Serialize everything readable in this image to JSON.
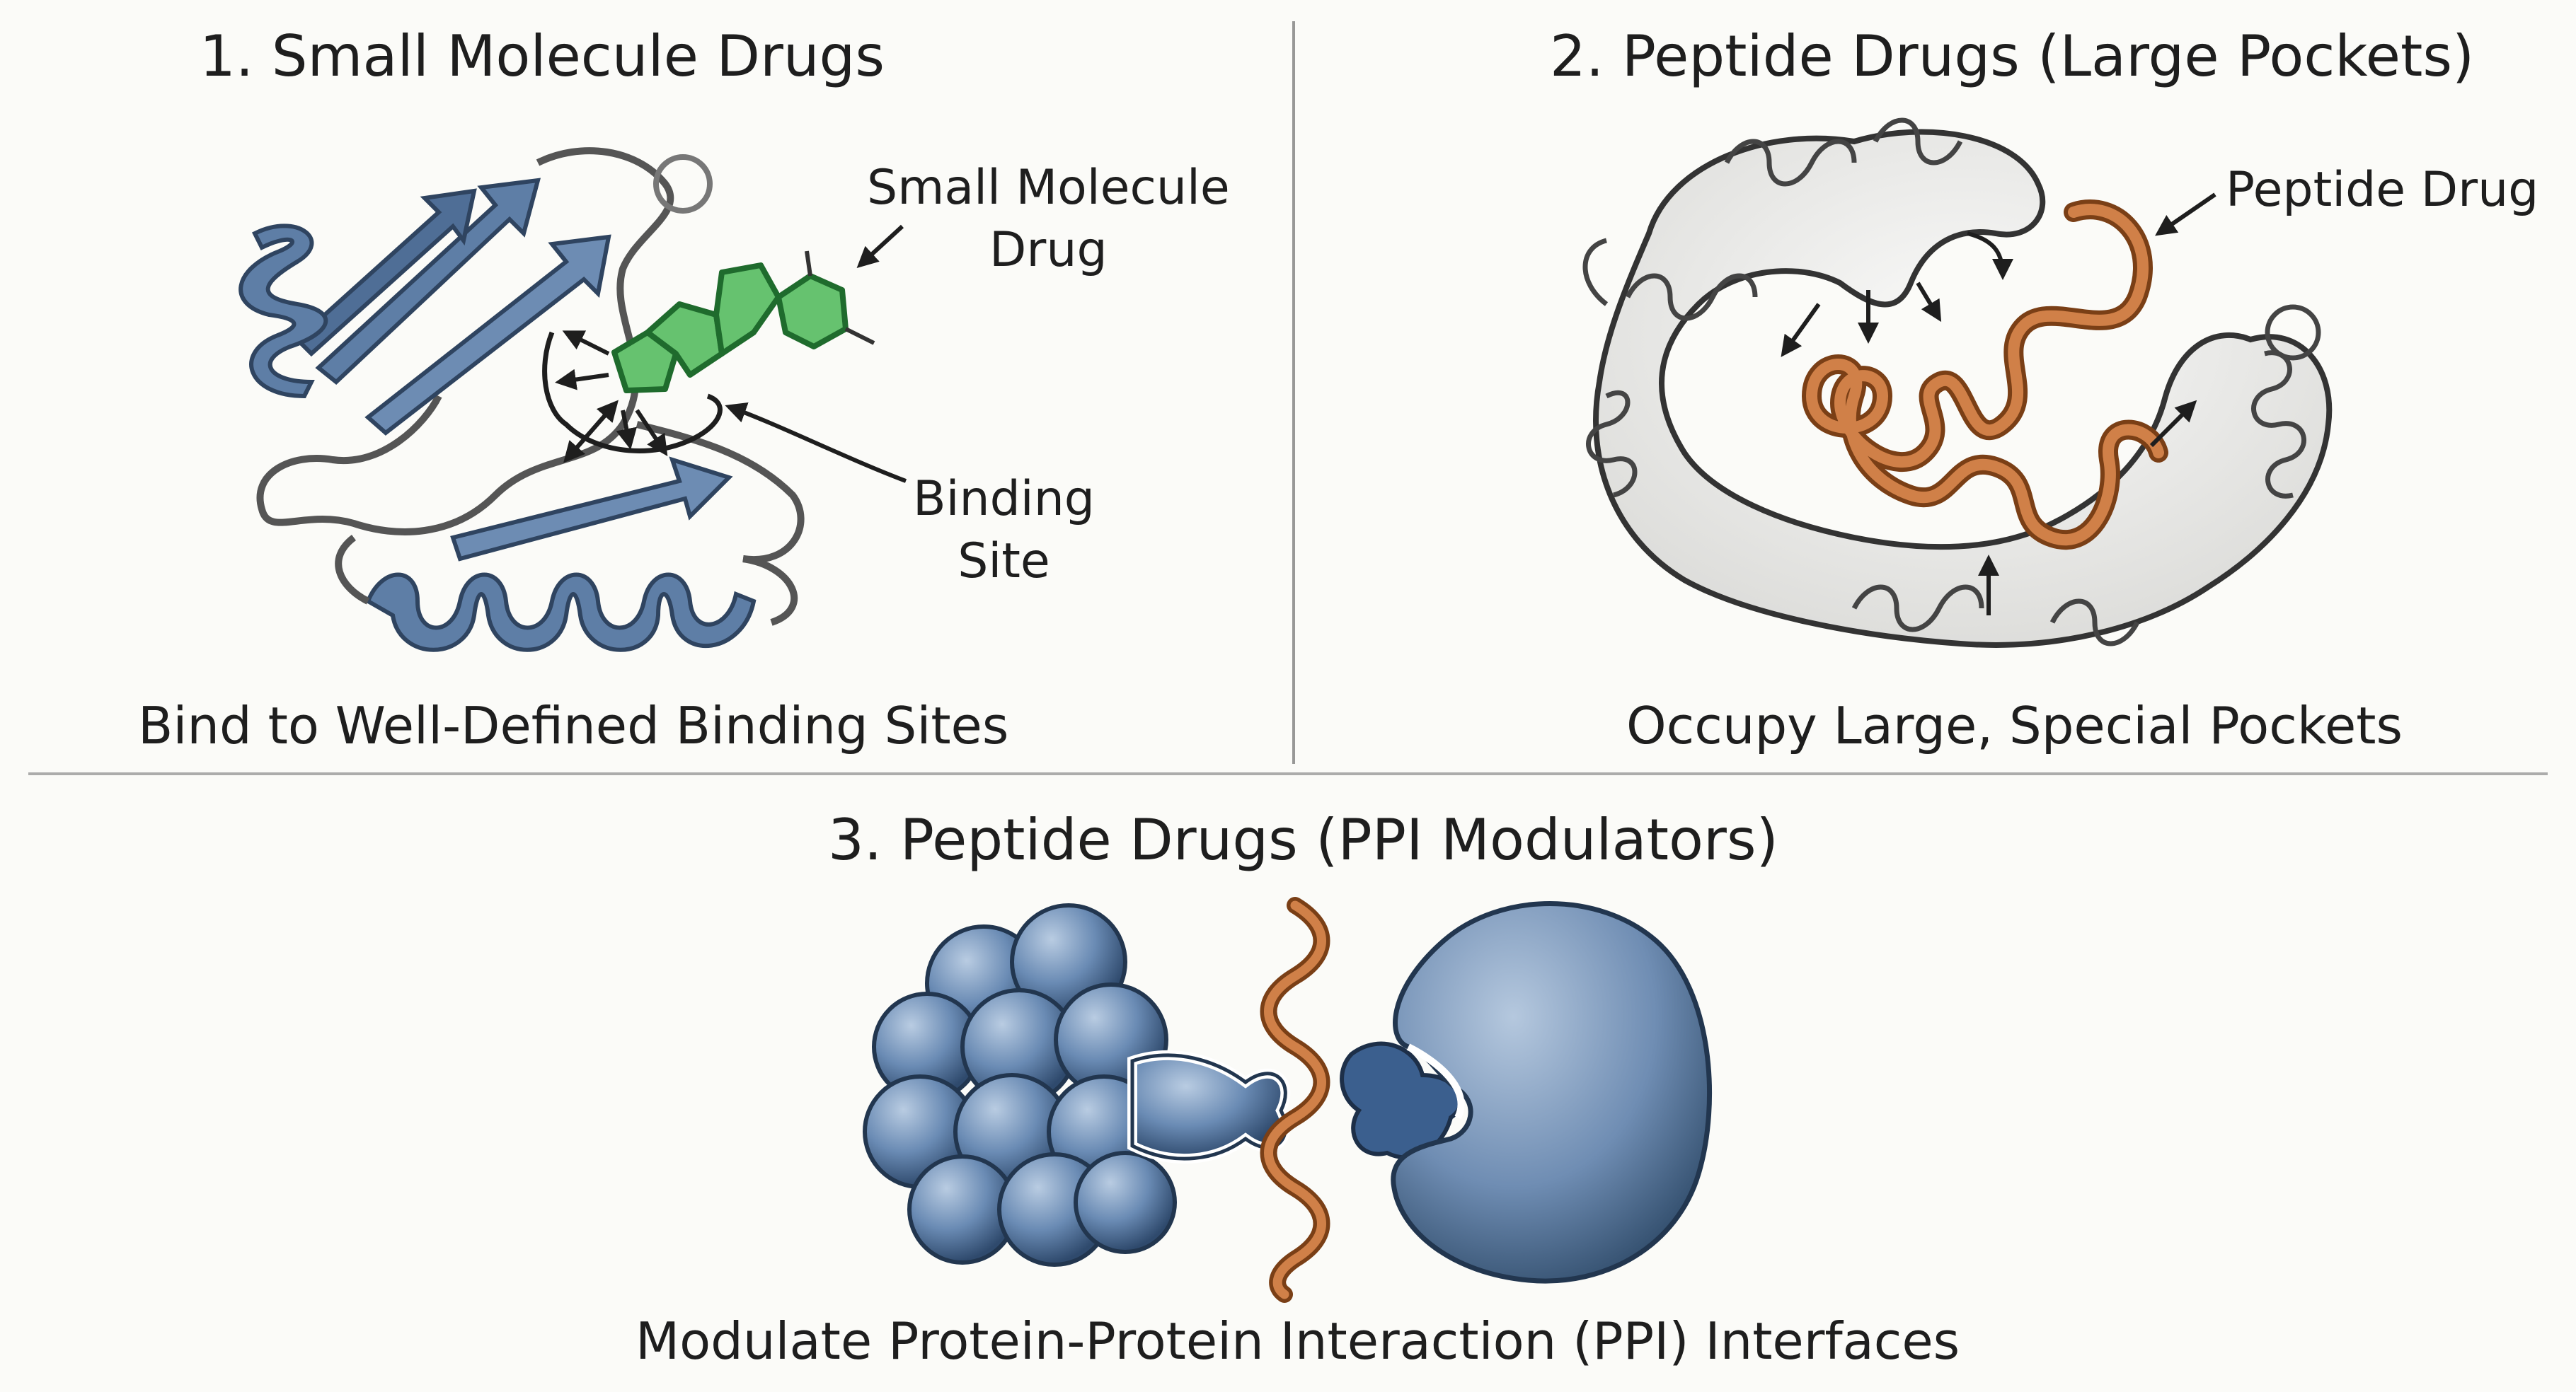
{
  "panels": [
    {
      "title": "1. Small Molecule Drugs",
      "caption": "Bind to Well-Defined Binding Sites",
      "labels": {
        "drug": "Small Molecule\nDrug",
        "site": "Binding\nSite"
      }
    },
    {
      "title": "2. Peptide Drugs (Large Pockets)",
      "caption": "Occupy Large, Special Pockets",
      "labels": {
        "drug": "Peptide Drug"
      }
    },
    {
      "title": "3. Peptide Drugs (PPI Modulators)",
      "caption": "Modulate Protein-Protein Interaction (PPI) Interfaces"
    }
  ],
  "colors": {
    "protein_blue": "#5e7ea6",
    "drug_green": "#66c26f",
    "peptide_orange": "#c9743c",
    "pocket_white": "#f1f1ef"
  }
}
